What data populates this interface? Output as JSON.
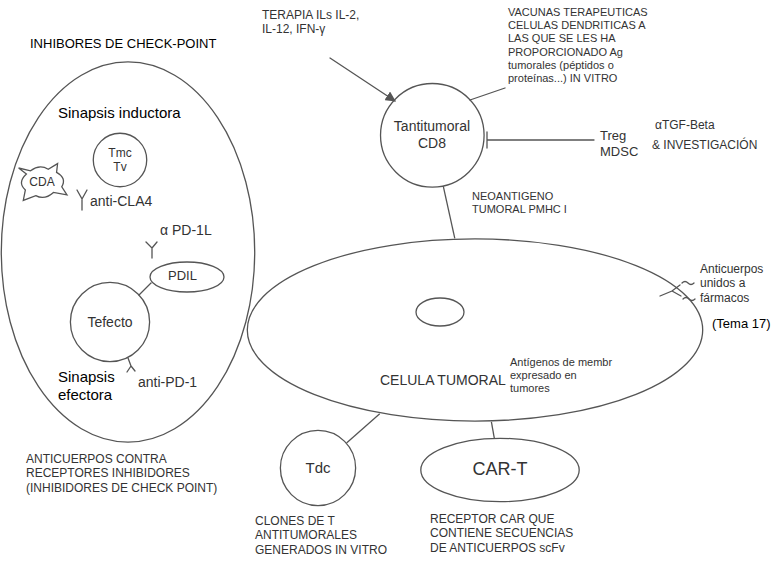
{
  "diagram": {
    "nodes": [
      {
        "text": [
          "INHIBORES DE CHECK-POINT"
        ]
      },
      {
        "text": [
          "CDA"
        ],
        "in": 0
      },
      {
        "text": [
          "Tmc",
          "Tv"
        ],
        "in": 0
      },
      {
        "text": [
          "Tefecto"
        ],
        "in": 0
      },
      {
        "text": [
          "Tantitumoral CD8"
        ]
      },
      {
        "text": [
          "CELULA TUMORAL"
        ]
      },
      {
        "text": [
          "Tdc"
        ]
      },
      {
        "text": [
          "CAR-T"
        ]
      }
    ],
    "edges": [
      {
        "from": 4,
        "to": 5,
        "arrow": "none",
        "label": "NEOANTIGENO TUMORAL PMHC I"
      },
      {
        "from": 6,
        "to": 5,
        "arrow": "none"
      },
      {
        "from": 7,
        "to": 5,
        "arrow": "none"
      }
    ],
    "labels": [
      "Sinapsis inductora",
      "anti-CLA4",
      "α PD-1L",
      "PDIL",
      "Sinapsis efectora",
      "anti-PD-1",
      "ANTICUERPOS CONTRA RECEPTORES INHIBIDORES (INHIBIDORES DE CHECK POINT)",
      "TERAPIA ILs IL-2, IL-12, IFN-γ",
      "VACUNAS TERAPEUTICAS CELULAS DENDRITICAS A LAS QUE SE LES HA PROPORCIONADO Ag tumorales (péptidos o proteínas...) IN VITRO",
      "Treg MDSC",
      "αTGF-Beta",
      "& INVESTIGACIÓN",
      "Antígenos de membr expresado en tumores",
      "Anticuerpos unidos a fármacos",
      "(Tema 17)",
      "CLONES DE T ANTITUMORALES GENERADOS IN VITRO",
      "RECEPTOR CAR QUE CONTIENE SECUENCIAS DE ANTICUERPOS scFv"
    ]
  }
}
